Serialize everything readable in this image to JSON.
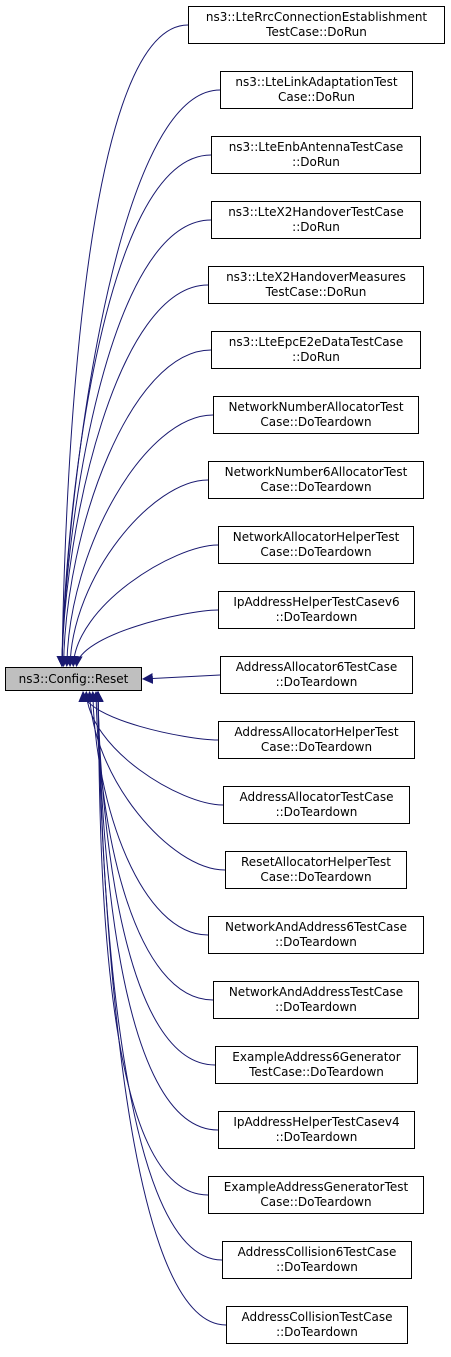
{
  "root": {
    "label": "ns3::Config::Reset"
  },
  "callers": [
    [
      "ns3::LteRrcConnectionEstablishment",
      "TestCase::DoRun"
    ],
    [
      "ns3::LteLinkAdaptationTest",
      "Case::DoRun"
    ],
    [
      "ns3::LteEnbAntennaTestCase",
      "::DoRun"
    ],
    [
      "ns3::LteX2HandoverTestCase",
      "::DoRun"
    ],
    [
      "ns3::LteX2HandoverMeasures",
      "TestCase::DoRun"
    ],
    [
      "ns3::LteEpcE2eDataTestCase",
      "::DoRun"
    ],
    [
      "NetworkNumberAllocatorTest",
      "Case::DoTeardown"
    ],
    [
      "NetworkNumber6AllocatorTest",
      "Case::DoTeardown"
    ],
    [
      "NetworkAllocatorHelperTest",
      "Case::DoTeardown"
    ],
    [
      "IpAddressHelperTestCasev6",
      "::DoTeardown"
    ],
    [
      "AddressAllocator6TestCase",
      "::DoTeardown"
    ],
    [
      "AddressAllocatorHelperTest",
      "Case::DoTeardown"
    ],
    [
      "AddressAllocatorTestCase",
      "::DoTeardown"
    ],
    [
      "ResetAllocatorHelperTest",
      "Case::DoTeardown"
    ],
    [
      "NetworkAndAddress6TestCase",
      "::DoTeardown"
    ],
    [
      "NetworkAndAddressTestCase",
      "::DoTeardown"
    ],
    [
      "ExampleAddress6Generator",
      "TestCase::DoTeardown"
    ],
    [
      "IpAddressHelperTestCasev4",
      "::DoTeardown"
    ],
    [
      "ExampleAddressGeneratorTest",
      "Case::DoTeardown"
    ],
    [
      "AddressCollision6TestCase",
      "::DoTeardown"
    ],
    [
      "AddressCollisionTestCase",
      "::DoTeardown"
    ]
  ],
  "colors": {
    "edge": "#191970",
    "root_fill": "#bfbfbf",
    "border": "#000000"
  }
}
